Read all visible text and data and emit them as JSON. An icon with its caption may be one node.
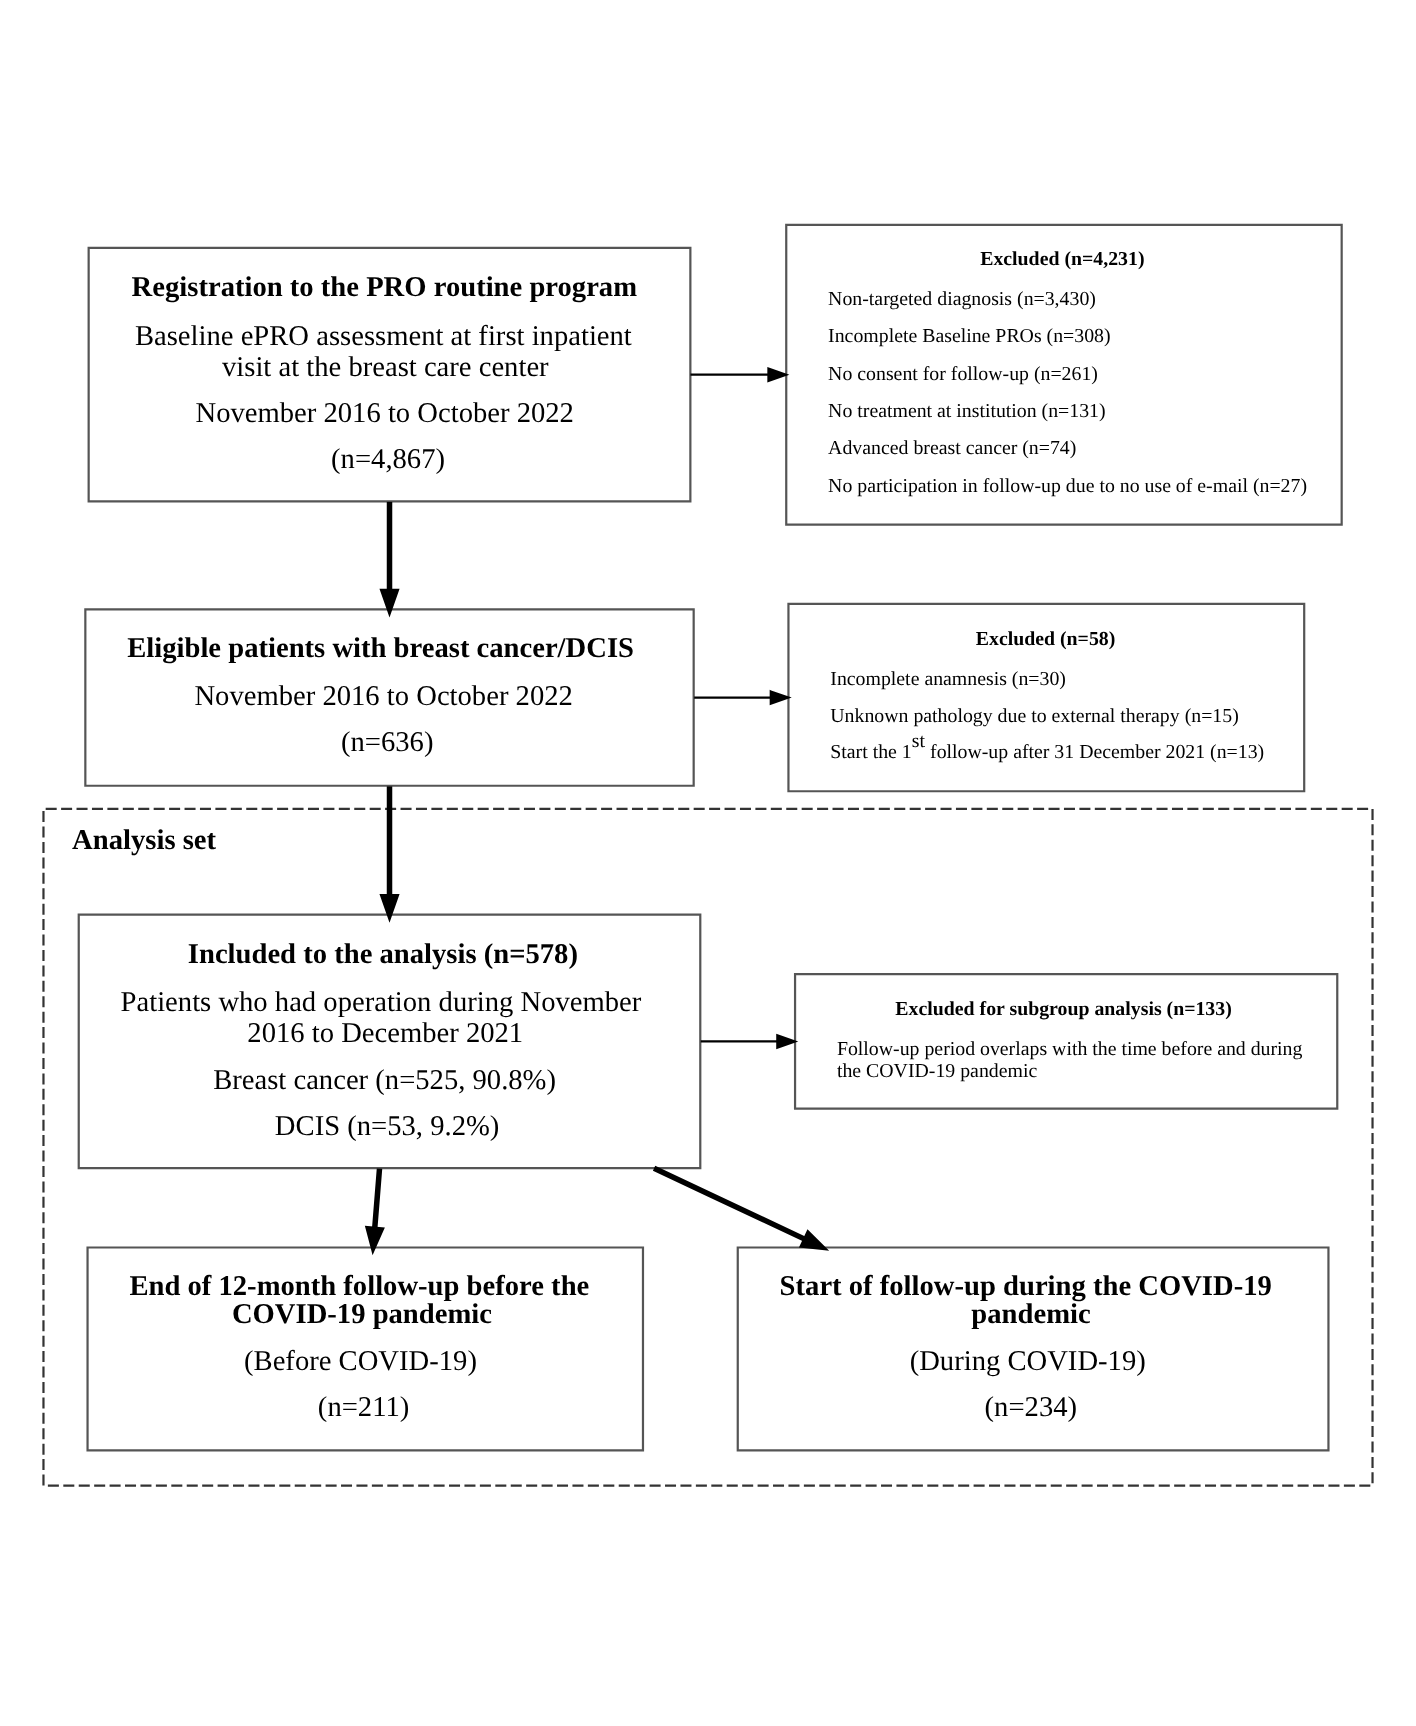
{
  "diagram": {
    "nodes": [
      {
        "text": [
          "Registration to the PRO routine program",
          "Baseline ePRO assessment at first inpatient visit at the breast care center",
          "November 2016 to October 2022",
          "(n=4,867)"
        ]
      },
      {
        "text": [
          "Excluded (n=4,231)",
          "Non-targeted diagnosis (n=3,430)",
          "Incomplete Baseline PROs (n=308)",
          "No consent for follow-up (n=261)",
          "No treatment at institution (n=131)",
          "Advanced breast cancer (n=74)",
          "No participation in follow-up due to no use of e-mail (n=27)"
        ]
      },
      {
        "text": [
          "Eligible patients with breast cancer/DCIS",
          "November 2016 to October 2022",
          "(n=636)"
        ]
      },
      {
        "text": [
          "Excluded (n=58)",
          "Incomplete anamnesis (n=30)",
          "Unknown pathology due to external therapy (n=15)",
          "Start the 1$^{st}$ follow-up after 31 December 2021 (n=13)"
        ]
      },
      {
        "text": [
          "Analysis set"
        ]
      },
      {
        "text": [
          "Included to the analysis (n=578)",
          "Patients who had operation during November 2016 to December 2021",
          "Breast cancer (n=525, 90.8%)",
          "DCIS (n=53, 9.2%)"
        ],
        "in": 4
      },
      {
        "text": [
          "Excluded for subgroup analysis (n=133)",
          "Follow-up period overlaps with the time before and during the COVID-19 pandemic"
        ],
        "in": 4
      },
      {
        "text": [
          "End of 12-month follow-up before the COVID-19 pandemic",
          "(Before COVID-19)",
          "(n=211)"
        ],
        "in": 4
      },
      {
        "text": [
          "Start of follow-up during the COVID-19 pandemic",
          "(During COVID-19)",
          "(n=234)"
        ],
        "in": 4
      }
    ],
    "edges": [
      {
        "from": 0,
        "to": 1,
        "arrow": "to"
      },
      {
        "from": 0,
        "to": 2,
        "arrow": "to"
      },
      {
        "from": 2,
        "to": 3,
        "arrow": "to"
      },
      {
        "from": 2,
        "to": 5,
        "arrow": "to"
      },
      {
        "from": 5,
        "to": 6,
        "arrow": "to"
      },
      {
        "from": 5,
        "to": 7,
        "arrow": "to"
      },
      {
        "from": 5,
        "to": 8,
        "arrow": "to"
      }
    ]
  }
}
